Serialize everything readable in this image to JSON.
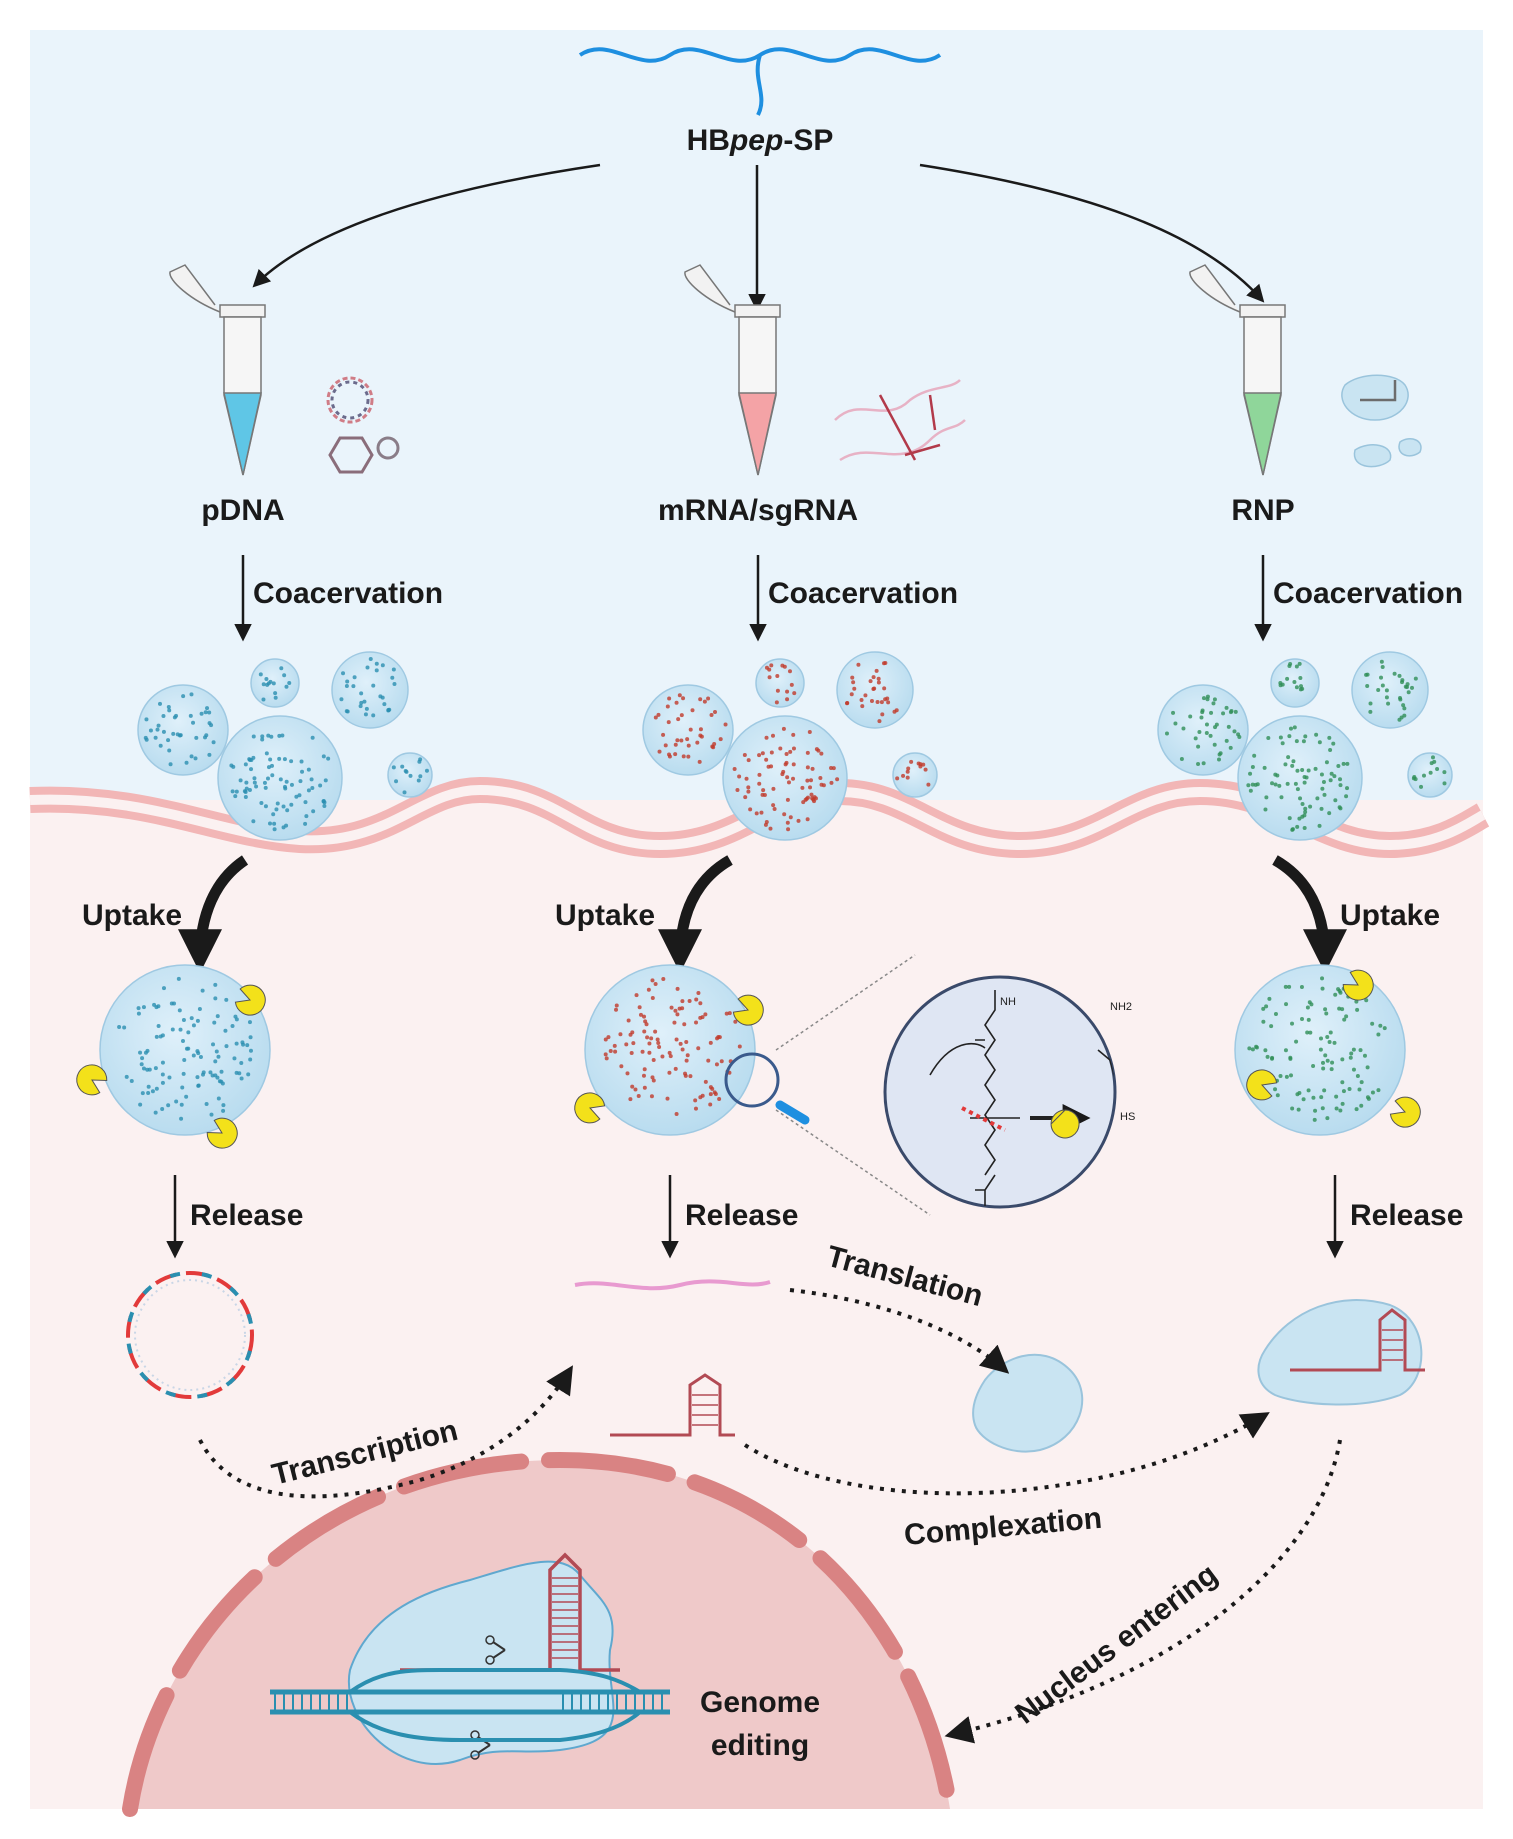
{
  "title_prefix": "HB",
  "title_italic": "pep",
  "title_suffix": "-SP",
  "cargo": {
    "left": "pDNA",
    "middle": "mRNA/sgRNA",
    "right": "RNP"
  },
  "steps": {
    "coacervation": "Coacervation",
    "uptake": "Uptake",
    "release": "Release",
    "translation": "Translation",
    "transcription": "Transcription",
    "complexation": "Complexation",
    "nucleus_entering": "Nucleus entering",
    "genome_editing_line1": "Genome",
    "genome_editing_line2": "editing"
  },
  "chem_labels": {
    "amine_top": "NH",
    "amine_free": "NH2",
    "thiol": "HS"
  },
  "colors": {
    "background_top": "#eaf4fb",
    "cytoplasm": "#fbf1f1",
    "membrane": "#f2b6b6",
    "nucleus": "#efc9c9",
    "nuclear_envelope": "#d98383",
    "droplet": "#c7e3f3",
    "pdna_dot": "#2a8fb0",
    "mrna_dot": "#c0392b",
    "rnp_dot": "#2f8f57",
    "enzyme": "#f3e11a",
    "peptide": "#1e8fe0",
    "tube_blue": "#5fc6e6",
    "tube_pink": "#f4a3a6",
    "tube_green": "#8fd69a"
  }
}
